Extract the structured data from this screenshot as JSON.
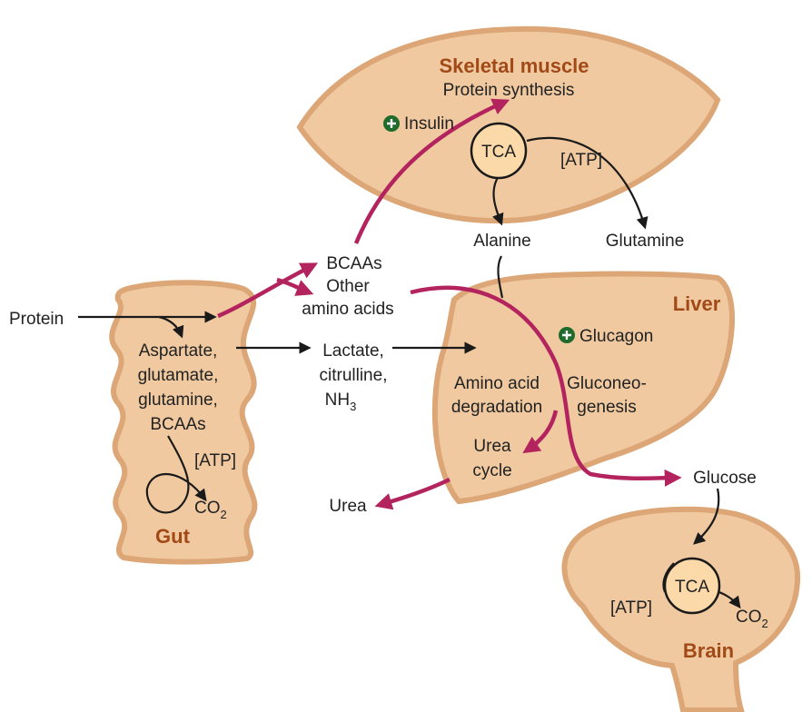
{
  "organs": {
    "skeletal_muscle": "Skeletal muscle",
    "liver": "Liver",
    "gut": "Gut",
    "brain": "Brain"
  },
  "labels": {
    "protein": "Protein",
    "protein_synthesis": "Protein synthesis",
    "insulin": "Insulin",
    "tca_muscle": "TCA",
    "atp_muscle": "[ATP]",
    "alanine": "Alanine",
    "glutamine_out": "Glutamine",
    "bcaas": "BCAAs",
    "other_1": "Other",
    "other_2": "amino acids",
    "gut_aa": [
      "Aspartate,",
      "glutamate,",
      "glutamine,",
      "BCAAs"
    ],
    "atp_gut": "[ATP]",
    "co2_gut": "CO",
    "co2_sub": "2",
    "lactate": "Lactate,",
    "citrulline": "citrulline,",
    "nh3": "NH",
    "nh3_sub": "3",
    "glucagon": "Glucagon",
    "aa_degradation_1": "Amino acid",
    "aa_degradation_2": "degradation",
    "gluconeo_1": "Gluconeo-",
    "gluconeo_2": "genesis",
    "urea_cycle_1": "Urea",
    "urea_cycle_2": "cycle",
    "urea": "Urea",
    "glucose": "Glucose",
    "tca_brain": "TCA",
    "atp_brain": "[ATP]",
    "co2_brain": "CO",
    "co2_brain_sub": "2"
  },
  "colors": {
    "organ_fill": "#f0c9a0",
    "organ_border": "#dca676",
    "title": "#a14a17",
    "flux_arrow": "#b3245e",
    "stimulator": "#1f6b2c"
  }
}
